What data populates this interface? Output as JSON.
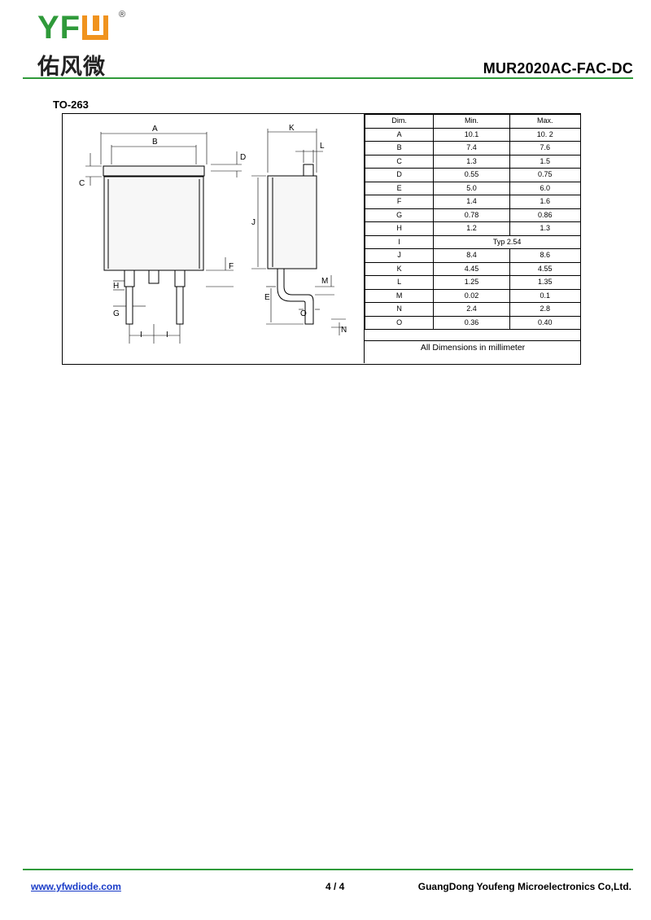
{
  "header": {
    "logo_text": "YFW",
    "logo_cn": "佑风微",
    "reg_mark": "®",
    "part_number": "MUR2020AC-FAC-DC"
  },
  "package": {
    "title": "TO-263",
    "labels": [
      "A",
      "B",
      "C",
      "D",
      "F",
      "H",
      "G",
      "I",
      "I",
      "K",
      "L",
      "J",
      "E",
      "M",
      "O",
      "N"
    ]
  },
  "table": {
    "headers": [
      "Dim.",
      "Min.",
      "Max."
    ],
    "rows": [
      {
        "dim": "A",
        "min": "10.1",
        "max": "10. 2"
      },
      {
        "dim": "B",
        "min": "7.4",
        "max": "7.6"
      },
      {
        "dim": "C",
        "min": "1.3",
        "max": "1.5"
      },
      {
        "dim": "D",
        "min": "0.55",
        "max": "0.75"
      },
      {
        "dim": "E",
        "min": "5.0",
        "max": "6.0"
      },
      {
        "dim": "F",
        "min": "1.4",
        "max": "1.6"
      },
      {
        "dim": "G",
        "min": "0.78",
        "max": "0.86"
      },
      {
        "dim": "H",
        "min": "1.2",
        "max": "1.3"
      },
      {
        "dim": "I",
        "typ": "Typ 2.54"
      },
      {
        "dim": "J",
        "min": "8.4",
        "max": "8.6"
      },
      {
        "dim": "K",
        "min": "4.45",
        "max": "4.55"
      },
      {
        "dim": "L",
        "min": "1.25",
        "max": "1.35"
      },
      {
        "dim": "M",
        "min": "0.02",
        "max": "0.1"
      },
      {
        "dim": "N",
        "min": "2.4",
        "max": "2.8"
      },
      {
        "dim": "O",
        "min": "0.36",
        "max": "0.40"
      }
    ],
    "footer": "All Dimensions in millimeter"
  },
  "footer": {
    "website": "www.yfwdiode.com",
    "page": "4 / 4",
    "company": "GuangDong Youfeng Microelectronics Co,Ltd."
  }
}
